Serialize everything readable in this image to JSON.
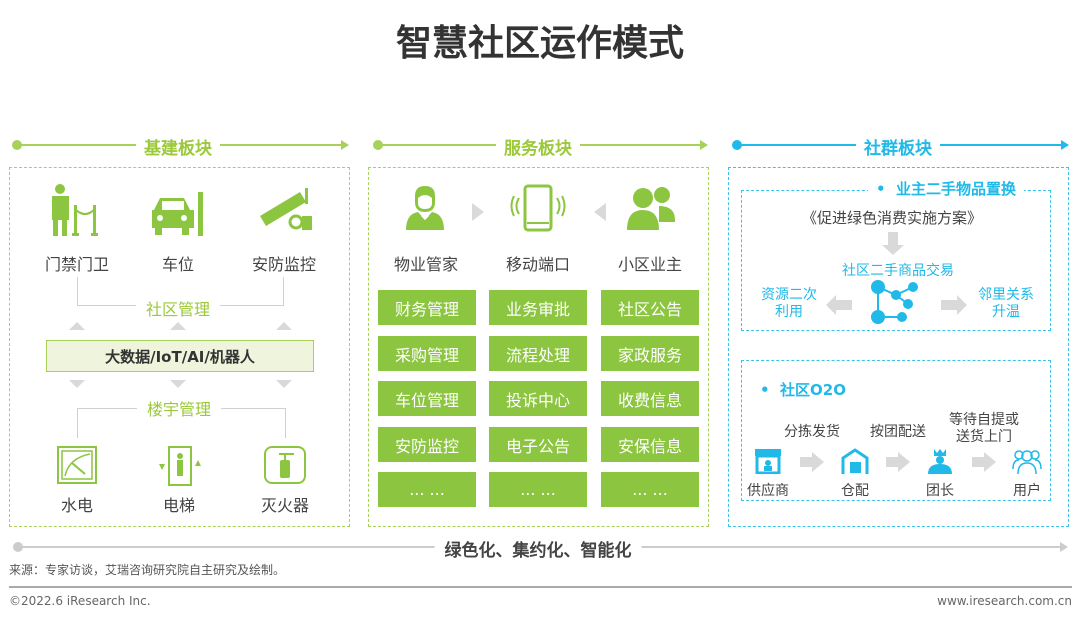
{
  "title": "智慧社区运作模式",
  "colors": {
    "green": "#8cc540",
    "green_text": "#9bc93a",
    "blue": "#20b9e8",
    "grey": "#d9d9d9"
  },
  "infrastructure": {
    "header": "基建板块",
    "top_items": [
      {
        "label": "门禁门卫",
        "icon": "guard-icon"
      },
      {
        "label": "车位",
        "icon": "parking-icon"
      },
      {
        "label": "安防监控",
        "icon": "camera-icon"
      }
    ],
    "community_mgmt": "社区管理",
    "tech_bar": "大数据/IoT/AI/机器人",
    "building_mgmt": "楼宇管理",
    "bottom_items": [
      {
        "label": "水电",
        "icon": "meter-icon"
      },
      {
        "label": "电梯",
        "icon": "elevator-icon"
      },
      {
        "label": "灭火器",
        "icon": "extinguisher-icon"
      }
    ]
  },
  "service": {
    "header": "服务板块",
    "actors": [
      {
        "label": "物业管家",
        "icon": "butler-icon"
      },
      {
        "label": "移动端口",
        "icon": "phone-icon"
      },
      {
        "label": "小区业主",
        "icon": "owners-icon"
      }
    ],
    "columns": [
      [
        "财务管理",
        "采购管理",
        "车位管理",
        "安防监控",
        "... ..."
      ],
      [
        "业务审批",
        "流程处理",
        "投诉中心",
        "电子公告",
        "... ..."
      ],
      [
        "社区公告",
        "家政服务",
        "收费信息",
        "安保信息",
        "... ..."
      ]
    ]
  },
  "community": {
    "header": "社群板块",
    "secondhand": {
      "title": "业主二手物品置换",
      "policy": "《促进绿色消费实施方案》",
      "trade": "社区二手商品交易",
      "left": [
        "资源二次",
        "利用"
      ],
      "right": [
        "邻里关系",
        "升温"
      ]
    },
    "o2o": {
      "title": "社区O2O",
      "steps": [
        "分拣发货",
        "按团配送"
      ],
      "step3": [
        "等待自提或",
        "送货上门"
      ],
      "nodes": [
        {
          "label": "供应商",
          "icon": "store-icon"
        },
        {
          "label": "仓配",
          "icon": "warehouse-icon"
        },
        {
          "label": "团长",
          "icon": "leader-icon"
        },
        {
          "label": "用户",
          "icon": "users-icon"
        }
      ]
    }
  },
  "bottom_theme": "绿色化、集约化、智能化",
  "source": "来源：专家访谈，艾瑞咨询研究院自主研究及绘制。",
  "copyright": "©2022.6 iResearch Inc.",
  "website": "www.iresearch.com.cn"
}
